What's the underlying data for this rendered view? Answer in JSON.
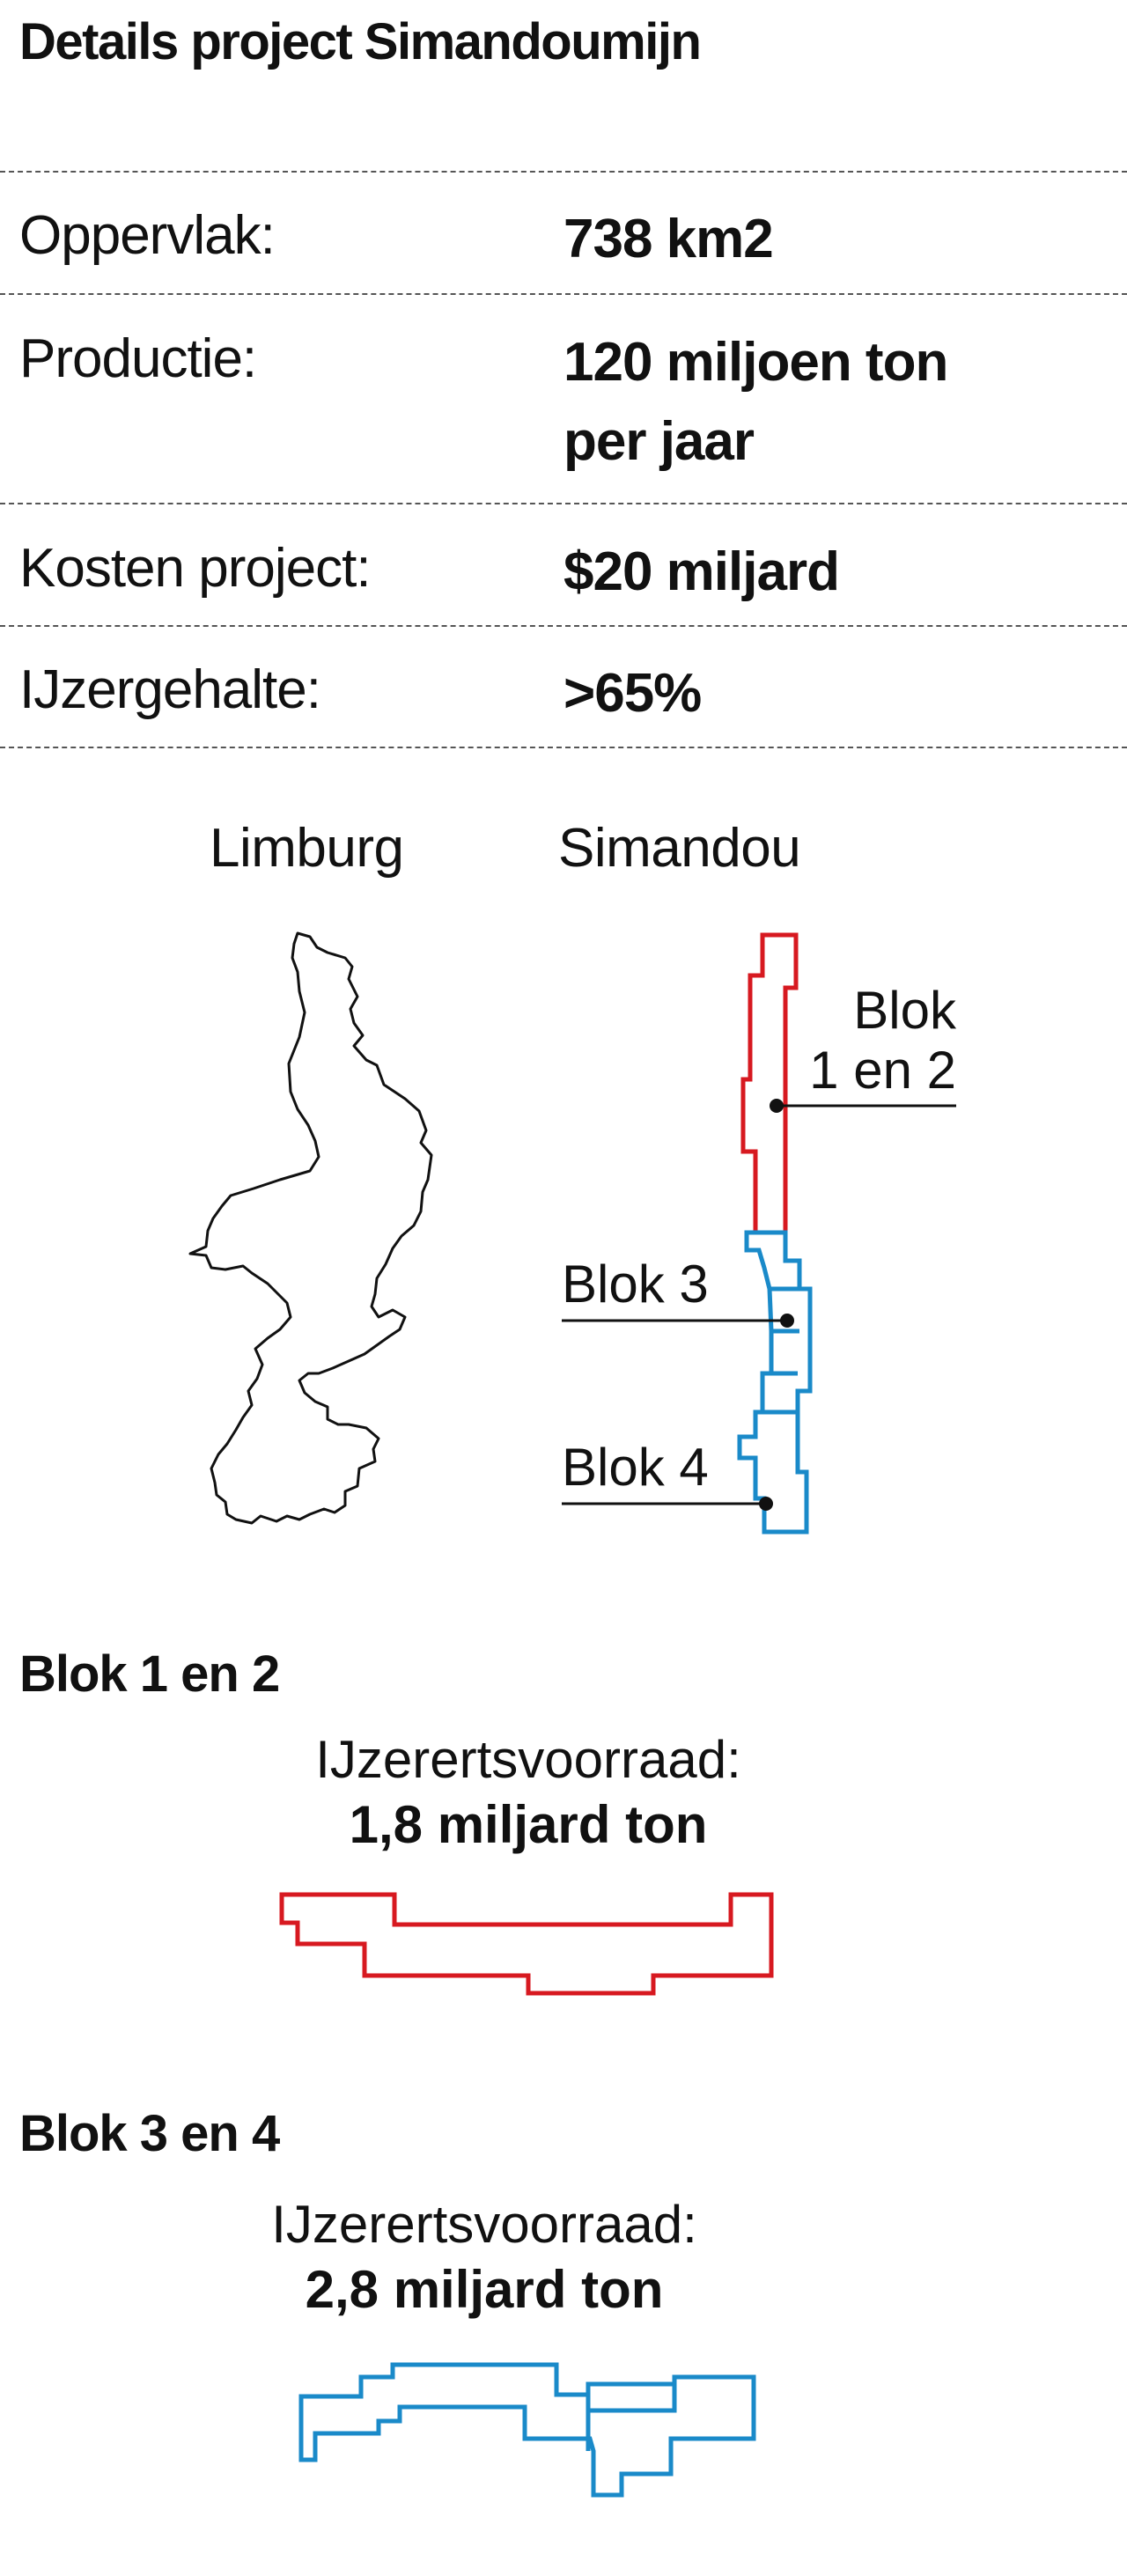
{
  "title": "Details project Simandoumijn",
  "facts": [
    {
      "label": "Oppervlak:",
      "value_lines": [
        "738 km2"
      ]
    },
    {
      "label": "Productie:",
      "value_lines": [
        "120 miljoen ton",
        "per jaar"
      ]
    },
    {
      "label": "Kosten project:",
      "value_lines": [
        "$20 miljard"
      ]
    },
    {
      "label": "IJzergehalte:",
      "value_lines": [
        ">65%"
      ]
    }
  ],
  "map": {
    "left_caption": "Limburg",
    "right_caption": "Simandou",
    "callout_blok12": [
      "Blok",
      "1 en 2"
    ],
    "callout_blok3": "Blok 3",
    "callout_blok4": "Blok 4"
  },
  "sections": [
    {
      "heading": "Blok 1 en 2",
      "reserve_label": "IJzerertsvoorraad:",
      "reserve_value": "1,8 miljard ton"
    },
    {
      "heading": "Blok 3 en 4",
      "reserve_label": "IJzerertsvoorraad:",
      "reserve_value": "2,8 miljard ton"
    }
  ],
  "colors": {
    "red": "#d71920",
    "blue": "#1a8ac9",
    "text": "#111111",
    "rule": "#555555"
  }
}
